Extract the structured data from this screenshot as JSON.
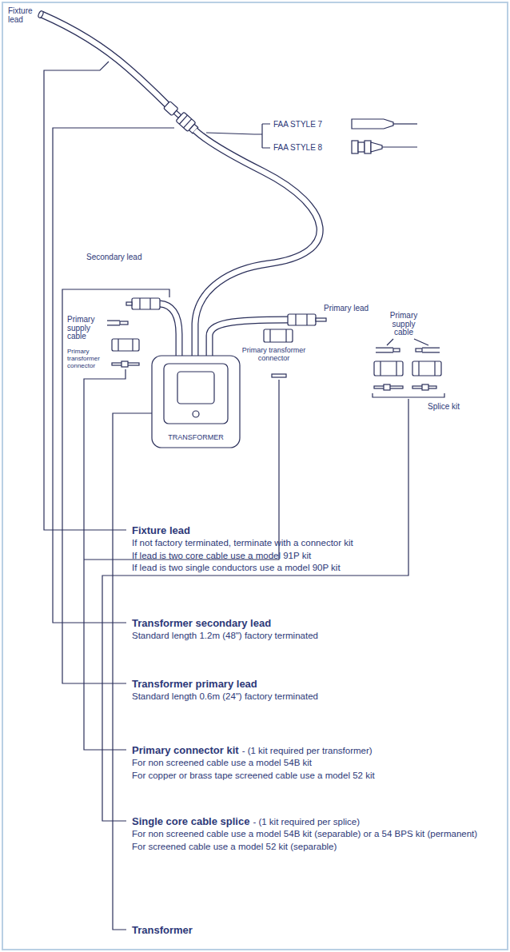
{
  "diagram": {
    "labels": [
      "Fixture lead",
      "FAA STYLE 7",
      "FAA STYLE 8",
      "Secondary lead",
      "Primary lead",
      "Primary supply cable",
      "Primary transformer connector",
      "TRANSFORMER",
      "Primary transformer connector",
      "Primary supply cable",
      "Splice kit",
      "Fixture lead",
      "If not factory terminated, terminate with a connector kit",
      "If lead is two core cable use a model 91P kit",
      "If lead is two single conductors use a model 90P kit",
      "Transformer secondary lead",
      "Standard length 1.2m (48\") factory terminated",
      "Transformer primary lead",
      "Standard length 0.6m (24\") factory terminated",
      "Primary connector kit",
      "- (1 kit required per transformer)",
      "For non screened cable use a model 54B kit",
      "For copper or brass tape screened cable use a model 52 kit",
      "Single core cable splice",
      "- (1 kit required per splice)",
      "For non screened cable use a model 54B kit (separable) or a 54 BPS kit (permanent)",
      "For screened cable use a model 52 kit (separable)",
      "Transformer"
    ]
  }
}
